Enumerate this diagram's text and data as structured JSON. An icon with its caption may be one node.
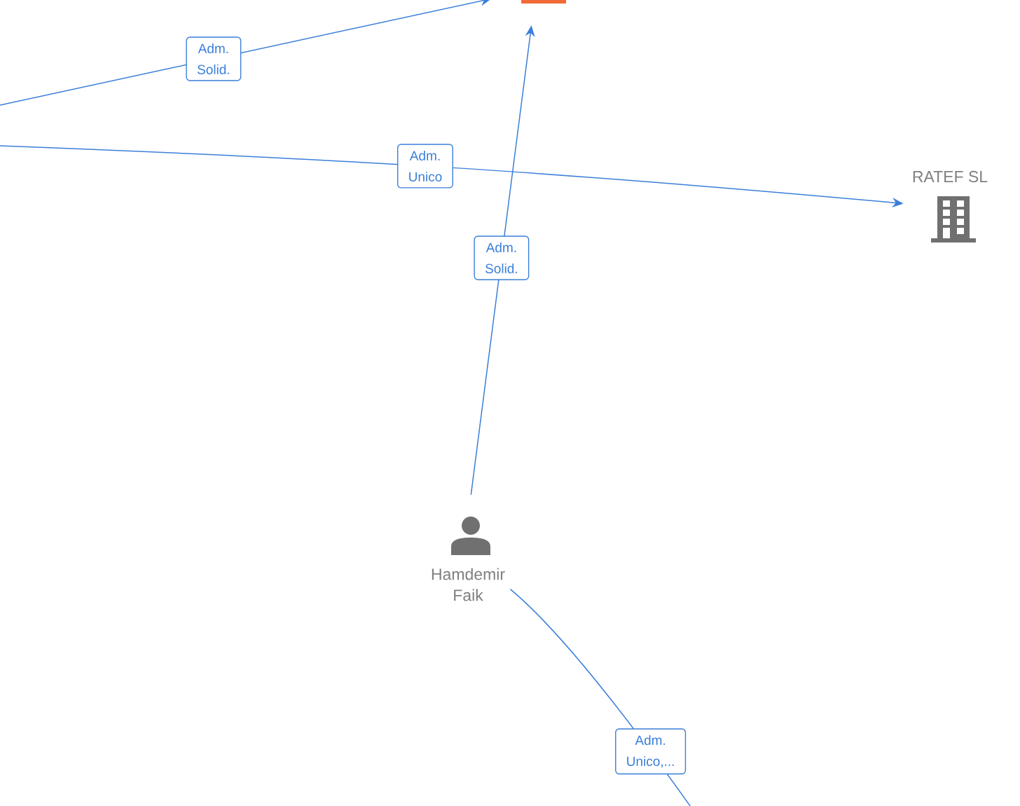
{
  "diagram": {
    "nodes": [
      {
        "text": [],
        "shape": "bar"
      },
      {
        "text": [
          "RATEF SL"
        ]
      },
      {
        "text": [
          "Hamdemir Faik"
        ]
      }
    ],
    "edges": [
      {
        "from": null,
        "to": 0,
        "arrow": "to",
        "label": "Adm. Solid."
      },
      {
        "from": null,
        "to": 1,
        "arrow": "to",
        "label": "Adm. Unico"
      },
      {
        "from": 2,
        "to": 0,
        "arrow": "to",
        "label": "Adm. Solid."
      },
      {
        "from": 2,
        "to": null,
        "arrow": "none",
        "label": "Adm. Unico,..."
      }
    ]
  }
}
